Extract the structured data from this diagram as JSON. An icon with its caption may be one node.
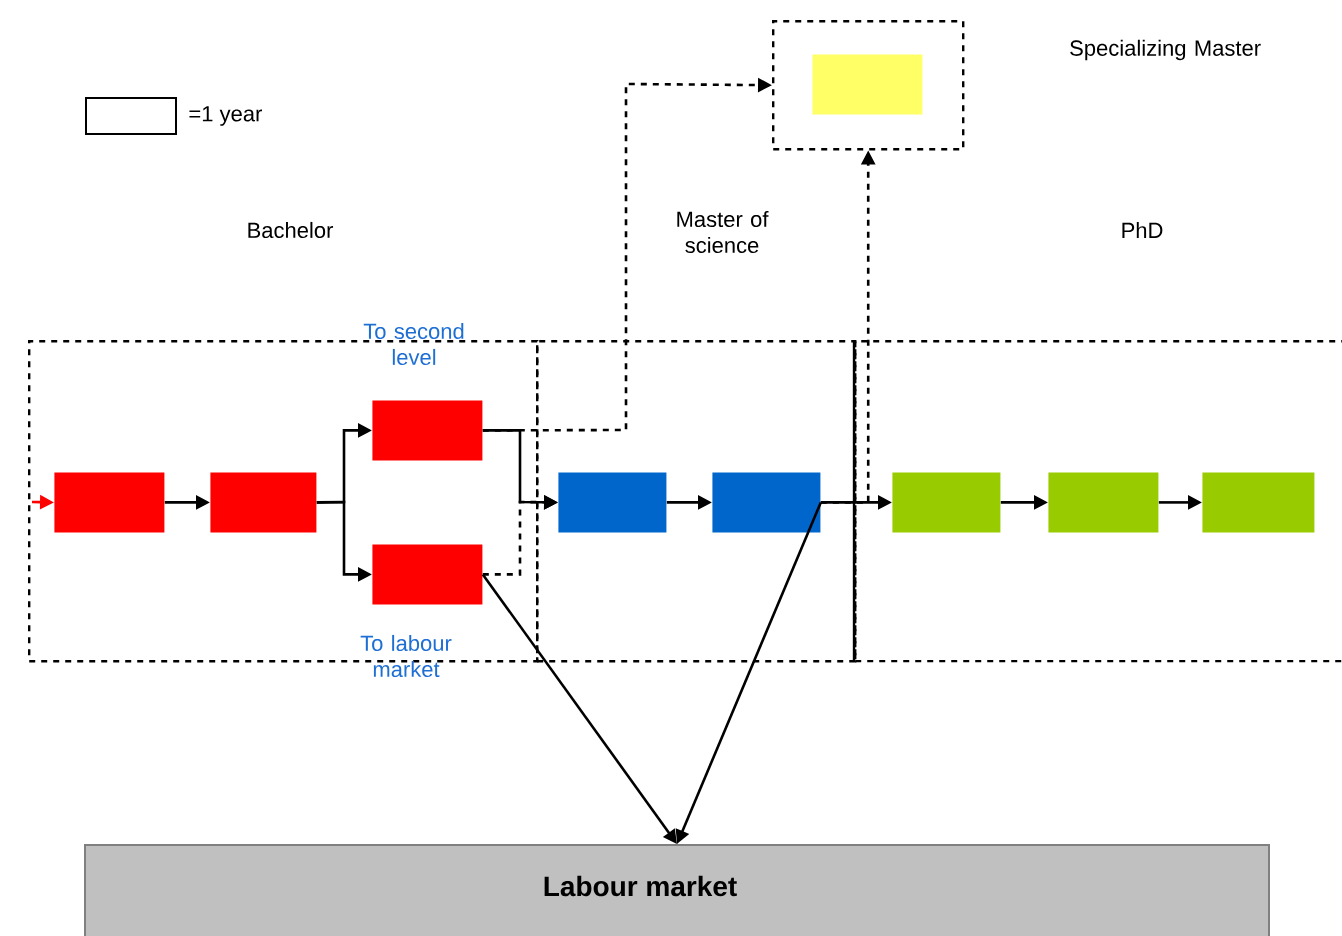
{
  "diagram": {
    "nodes": [
      {
        "text": [
          "Bachelor"
        ]
      },
      {
        "text": [
          "Master of science"
        ]
      },
      {
        "text": [
          "PhD"
        ]
      },
      {
        "text": [
          "Specializing Master"
        ]
      },
      {
        "text": [],
        "shape": "box",
        "in": 3
      },
      {
        "text": [],
        "shape": "box",
        "in": 0
      },
      {
        "text": [],
        "shape": "box",
        "in": 0
      },
      {
        "text": [],
        "shape": "box",
        "in": 0,
        "beside": [
          "To second level"
        ]
      },
      {
        "text": [],
        "shape": "box",
        "in": 0,
        "beside": [
          "To labour market"
        ]
      },
      {
        "text": [],
        "shape": "box",
        "in": 1
      },
      {
        "text": [],
        "shape": "box",
        "in": 1
      },
      {
        "text": [],
        "shape": "box",
        "in": 2
      },
      {
        "text": [],
        "shape": "box",
        "in": 2
      },
      {
        "text": [],
        "shape": "box",
        "in": 2
      },
      {
        "text": [
          "Labour market"
        ]
      }
    ],
    "edges": [
      {
        "from": null,
        "to": 5,
        "arrow": "to",
        "color": "#ff0000"
      },
      {
        "from": 5,
        "to": 6,
        "arrow": "to"
      },
      {
        "from": 6,
        "to": 7,
        "arrow": "to"
      },
      {
        "from": 6,
        "to": 8,
        "arrow": "to"
      },
      {
        "from": 7,
        "to": 9,
        "arrow": "to"
      },
      {
        "from": 8,
        "to": 9,
        "arrow": "to",
        "style": "dashed"
      },
      {
        "from": 7,
        "to": 3,
        "arrow": "to",
        "style": "dashed"
      },
      {
        "from": 9,
        "to": 10,
        "arrow": "to"
      },
      {
        "from": 10,
        "to": 11,
        "arrow": "to"
      },
      {
        "from": 11,
        "to": 12,
        "arrow": "to"
      },
      {
        "from": 12,
        "to": 13,
        "arrow": "to"
      },
      {
        "from": 10,
        "to": 3,
        "arrow": "to",
        "style": "dashed"
      },
      {
        "from": 8,
        "to": 14,
        "arrow": "to"
      },
      {
        "from": 10,
        "to": 14,
        "arrow": "to"
      }
    ],
    "legend": [
      {
        "text": "=1 year"
      }
    ]
  }
}
